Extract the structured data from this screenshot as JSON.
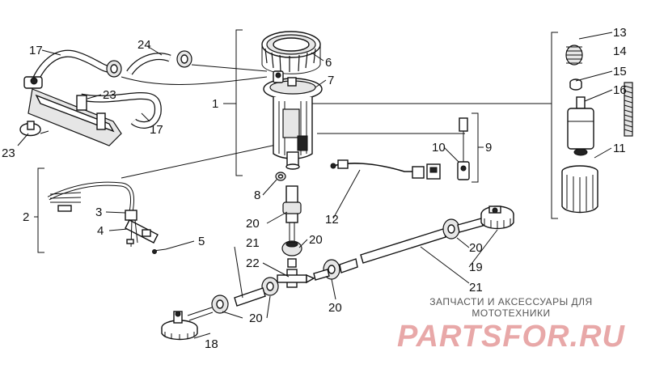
{
  "callouts": {
    "c1": "1",
    "c2": "2",
    "c3": "3",
    "c4": "4",
    "c5": "5",
    "c6": "6",
    "c7": "7",
    "c8": "8",
    "c9": "9",
    "c10": "10",
    "c11": "11",
    "c12": "12",
    "c13": "13",
    "c14": "14",
    "c15": "15",
    "c16": "16",
    "c17a": "17",
    "c17b": "17",
    "c18": "18",
    "c19": "19",
    "c20a": "20",
    "c20b": "20",
    "c20c": "20",
    "c20d": "20",
    "c20e": "20",
    "c21a": "21",
    "c21b": "21",
    "c22": "22",
    "c23a": "23",
    "c23b": "23",
    "c24": "24"
  },
  "watermark": {
    "caption": "ЗАПЧАСТИ И АКСЕССУАРЫ ДЛЯ МОТОТЕХНИКИ",
    "logo": "PARTSFOR.RU"
  }
}
